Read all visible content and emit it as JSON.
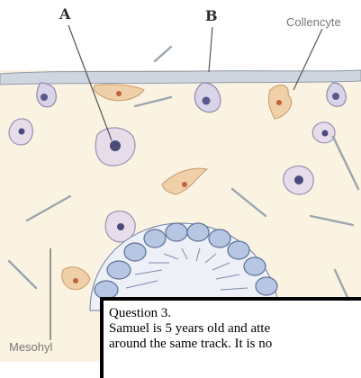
{
  "labels": {
    "a": "A",
    "b": "B",
    "collencyte": "Collencyte",
    "mesohyl": "Mesohyl"
  },
  "question": {
    "title": "Question 3.",
    "line1": "Samuel is 5 years old and atte",
    "line2": "around the same track. It is no"
  },
  "colors": {
    "background": "#fbf3e2",
    "membrane": "#b9c3cf",
    "cell_tan": "#f0d0a8",
    "cell_purple": "#d9d4e8",
    "choanocyte": "#b6c6e3"
  }
}
